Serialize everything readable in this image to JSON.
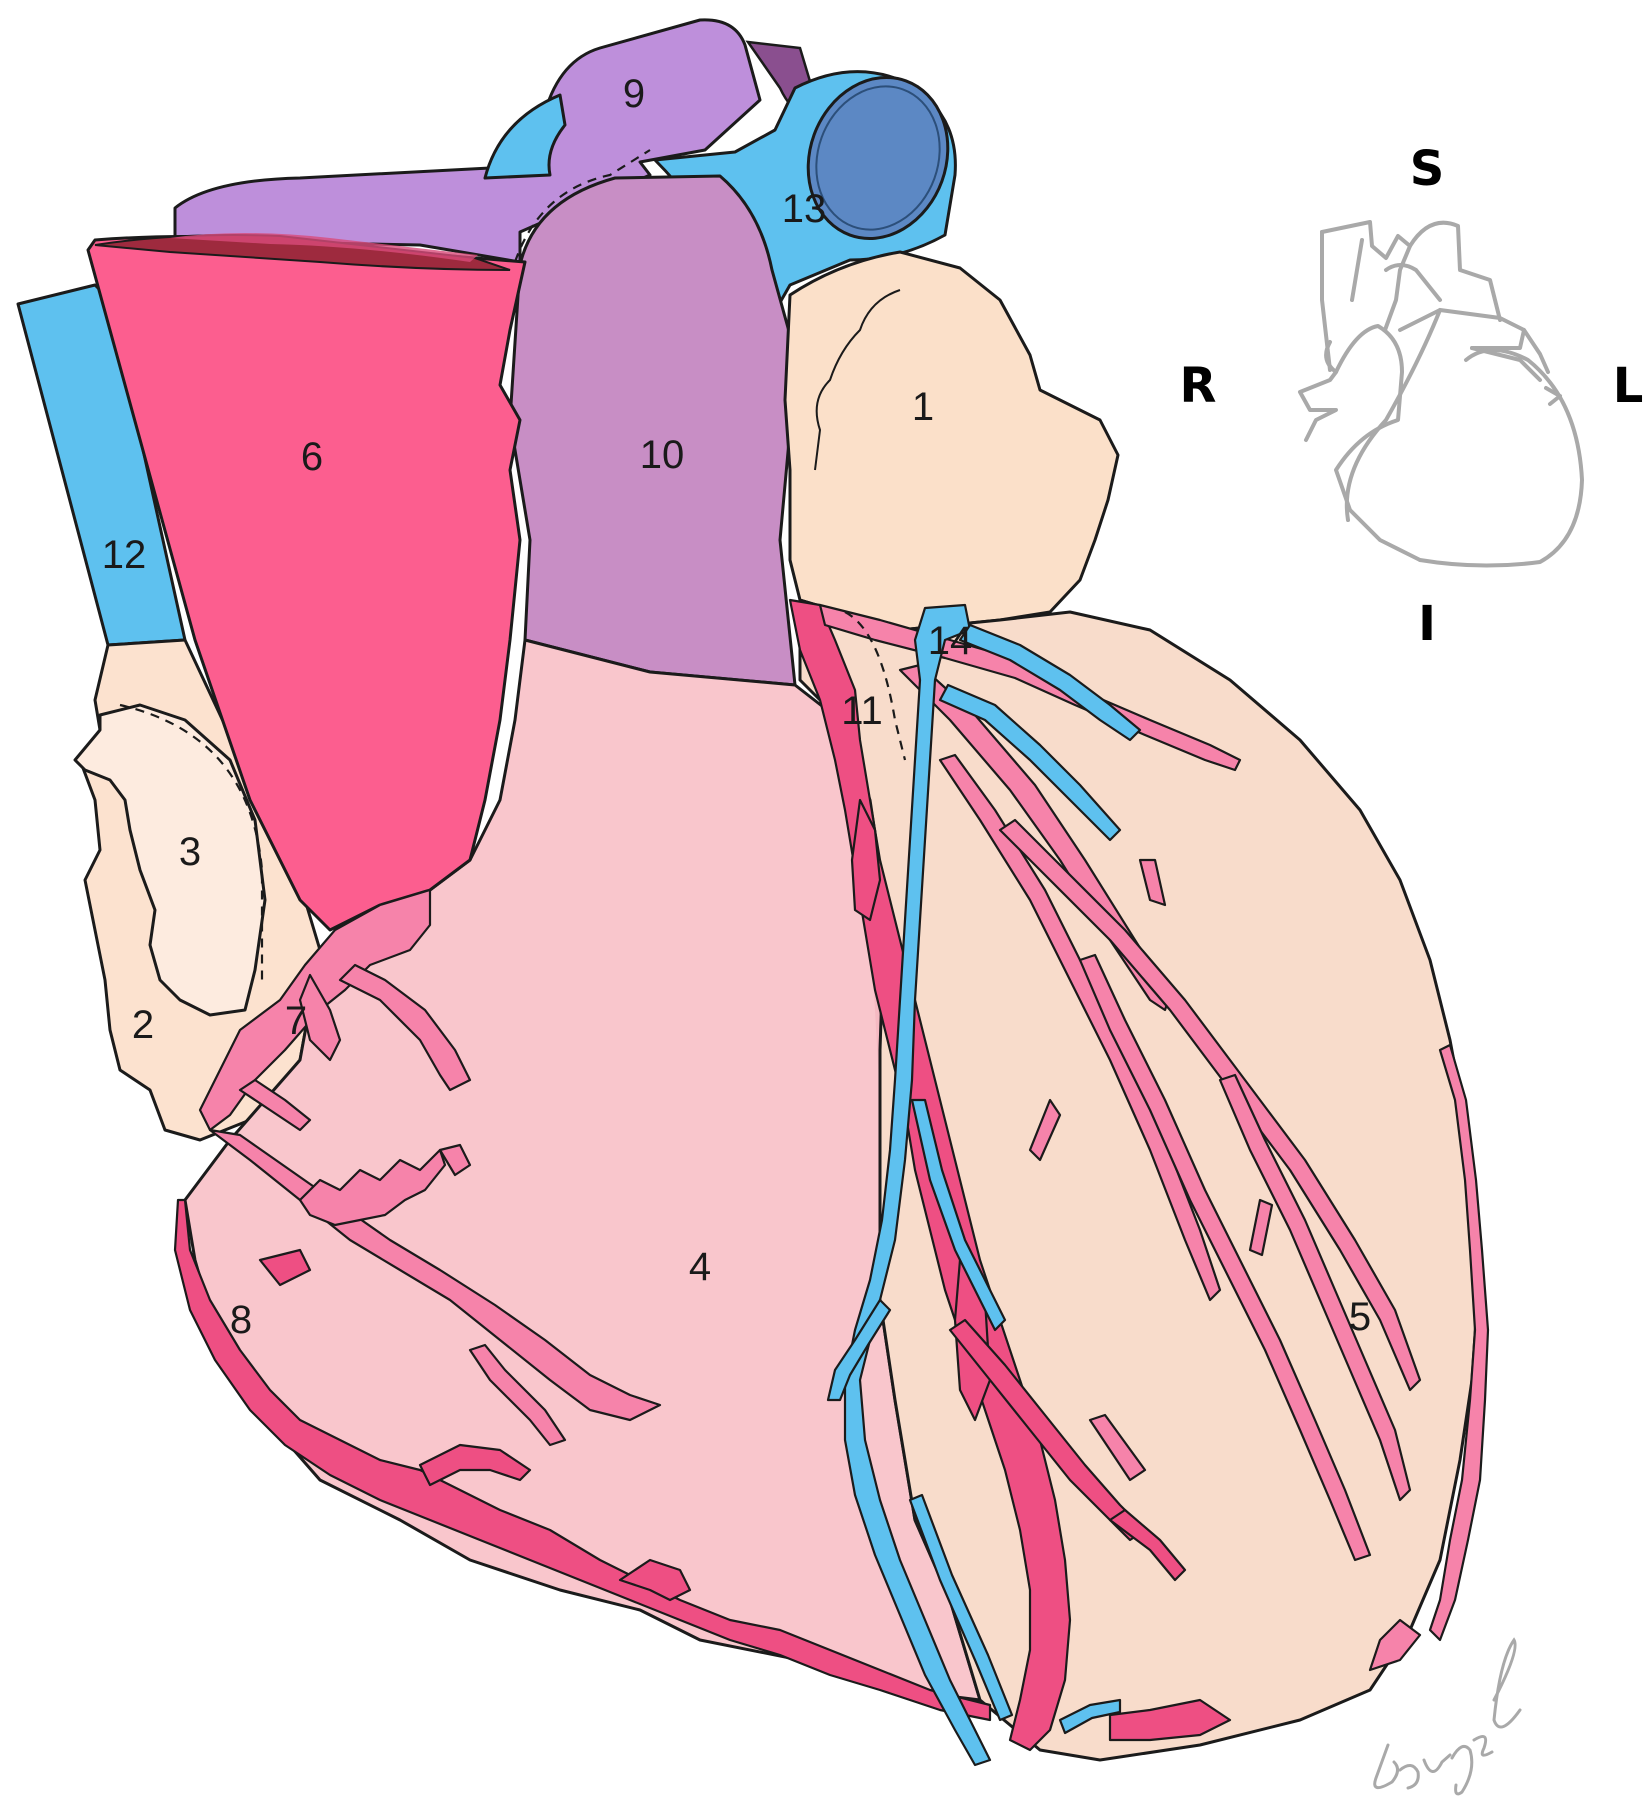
{
  "colors": {
    "left_atrium": "#fbe0c9",
    "right_atrium_light": "#fdebdf",
    "right_atrium": "#fce2cf",
    "right_ventricle": "#f9c6cc",
    "left_ventricle": "#f8dccb",
    "aorta": "#fc5e8f",
    "aorta_lumen": "#9e2a3e",
    "artery_pink": "#f683aa",
    "artery_dark": "#ee4f83",
    "vein_blue": "#5ec1ef",
    "vein_lumen": "#5c88c4",
    "pulm_trunk": "#c88ec5",
    "pulm_artery": "#be8fdb",
    "inset_stroke": "#a9a9a9"
  },
  "labels": [
    "1",
    "2",
    "3",
    "4",
    "5",
    "6",
    "7",
    "8",
    "9",
    "10",
    "11",
    "12",
    "13",
    "14"
  ],
  "orientation": {
    "superior": "S",
    "inferior": "I",
    "right": "R",
    "left": "L"
  },
  "signature": "berger"
}
